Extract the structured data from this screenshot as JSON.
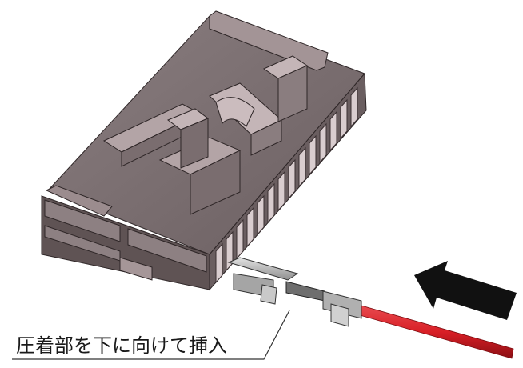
{
  "callout": {
    "label": "圧着部を下に向けて挿入"
  },
  "colors": {
    "housing_top": "#7d7172",
    "housing_side": "#5f5354",
    "housing_light": "#b3a4a6",
    "housing_dark": "#3d3335",
    "terminal_metal": "#b8b8b8",
    "wire": "#d81f26",
    "arrow": "#111111",
    "background": "#ffffff"
  },
  "icons": {
    "connector": "connector-housing-illustration",
    "terminal": "crimp-terminal-illustration",
    "direction": "insertion-direction-arrow"
  }
}
